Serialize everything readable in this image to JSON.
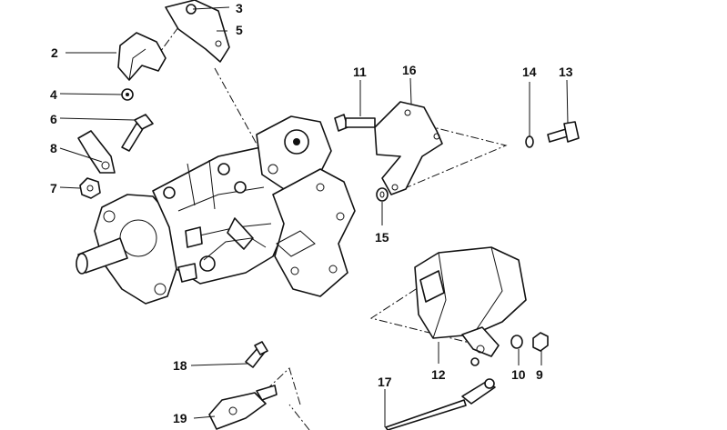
{
  "colors": {
    "ink": "#111111",
    "paper": "#ffffff"
  },
  "callouts": [
    {
      "id": "c2",
      "text": "2"
    },
    {
      "id": "c3",
      "text": "3"
    },
    {
      "id": "c4",
      "text": "4"
    },
    {
      "id": "c5",
      "text": "5"
    },
    {
      "id": "c6",
      "text": "6"
    },
    {
      "id": "c7",
      "text": "7"
    },
    {
      "id": "c8",
      "text": "8"
    },
    {
      "id": "c9",
      "text": "9"
    },
    {
      "id": "c10",
      "text": "10"
    },
    {
      "id": "c11",
      "text": "11"
    },
    {
      "id": "c12",
      "text": "12"
    },
    {
      "id": "c13",
      "text": "13"
    },
    {
      "id": "c14",
      "text": "14"
    },
    {
      "id": "c15",
      "text": "15"
    },
    {
      "id": "c16",
      "text": "16"
    },
    {
      "id": "c17",
      "text": "17"
    },
    {
      "id": "c18",
      "text": "18"
    },
    {
      "id": "c19",
      "text": "19"
    }
  ]
}
